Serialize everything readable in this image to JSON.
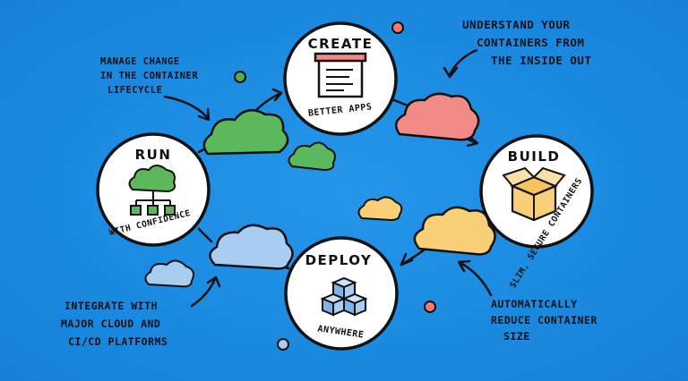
{
  "nodes": {
    "create": {
      "title": "CREATE",
      "subtitle": "BETTER APPS"
    },
    "build": {
      "title": "BUILD",
      "subtitle": "SLIM, SECURE CONTAINERS"
    },
    "deploy": {
      "title": "DEPLOY",
      "subtitle": "ANYWHERE"
    },
    "run": {
      "title": "RUN",
      "subtitle": "WITH CONFIDENCE"
    }
  },
  "annotations": {
    "top_right": [
      "UNDERSTAND YOUR",
      "CONTAINERS FROM",
      "THE INSIDE OUT"
    ],
    "top_left": [
      "MANAGE CHANGE",
      "IN THE CONTAINER",
      "LIFECYCLE"
    ],
    "bottom_right": [
      "AUTOMATICALLY",
      "REDUCE CONTAINER",
      "SIZE"
    ],
    "bottom_left": [
      "INTEGRATE WITH",
      "MAJOR CLOUD AND",
      "CI/CD PLATFORMS"
    ]
  },
  "colors": {
    "background": "#1a8ae0",
    "cloud_pink": "#f28b87",
    "cloud_yellow": "#f9cf7a",
    "cloud_blue": "#a9cdf0",
    "cloud_green": "#5cb85c",
    "dot_red": "#f07b72",
    "dot_green": "#4caf50"
  }
}
